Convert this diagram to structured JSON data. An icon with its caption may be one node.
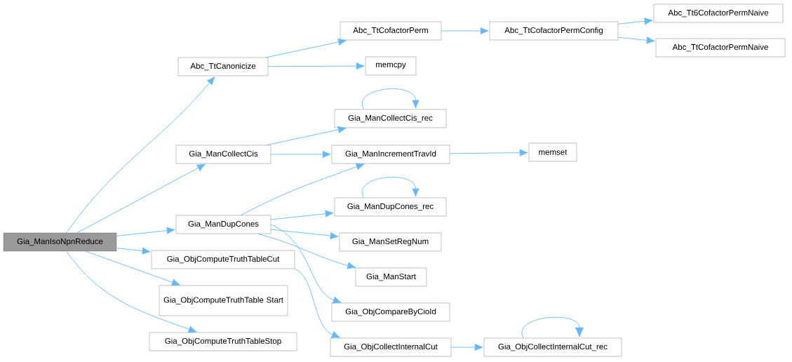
{
  "diagram": {
    "nodes": [
      {
        "text": [
          "Gia_ManIsoNpnReduce"
        ]
      },
      {
        "text": [
          "Abc_TtCanonicize"
        ]
      },
      {
        "text": [
          "Abc_TtCofactorPerm"
        ]
      },
      {
        "text": [
          "Abc_TtCofactorPermConfig"
        ]
      },
      {
        "text": [
          "Abc_Tt6CofactorPermNaive"
        ]
      },
      {
        "text": [
          "Abc_TtCofactorPermNaive"
        ]
      },
      {
        "text": [
          "memcpy"
        ]
      },
      {
        "text": [
          "Gia_ManCollectCis"
        ]
      },
      {
        "text": [
          "Gia_ManCollectCis_rec"
        ]
      },
      {
        "text": [
          "Gia_ManIncrementTravId"
        ]
      },
      {
        "text": [
          "memset"
        ]
      },
      {
        "text": [
          "Gia_ManDupCones"
        ]
      },
      {
        "text": [
          "Gia_ManDupCones_rec"
        ]
      },
      {
        "text": [
          "Gia_ManSetRegNum"
        ]
      },
      {
        "text": [
          "Gia_ManStart"
        ]
      },
      {
        "text": [
          "Gia_ObjCompareByCioId"
        ]
      },
      {
        "text": [
          "Gia_ObjComputeTruthTableCut"
        ]
      },
      {
        "text": [
          "Gia_ObjComputeTruthTable Start"
        ]
      },
      {
        "text": [
          "Gia_ObjComputeTruthTableStop"
        ]
      },
      {
        "text": [
          "Gia_ObjCollectInternalCut"
        ]
      },
      {
        "text": [
          "Gia_ObjCollectInternalCut_rec"
        ]
      }
    ],
    "edges": [
      {
        "from": 0,
        "to": 1,
        "arrow": "to"
      },
      {
        "from": 0,
        "to": 7,
        "arrow": "to"
      },
      {
        "from": 0,
        "to": 11,
        "arrow": "to"
      },
      {
        "from": 0,
        "to": 16,
        "arrow": "to"
      },
      {
        "from": 0,
        "to": 17,
        "arrow": "to"
      },
      {
        "from": 0,
        "to": 18,
        "arrow": "to"
      },
      {
        "from": 1,
        "to": 2,
        "arrow": "to"
      },
      {
        "from": 1,
        "to": 6,
        "arrow": "to"
      },
      {
        "from": 2,
        "to": 3,
        "arrow": "to"
      },
      {
        "from": 3,
        "to": 4,
        "arrow": "to"
      },
      {
        "from": 3,
        "to": 5,
        "arrow": "to"
      },
      {
        "from": 7,
        "to": 8,
        "arrow": "to"
      },
      {
        "from": 7,
        "to": 9,
        "arrow": "to"
      },
      {
        "from": 8,
        "to": 8,
        "arrow": "to"
      },
      {
        "from": 9,
        "to": 10,
        "arrow": "to"
      },
      {
        "from": 11,
        "to": 9,
        "arrow": "to"
      },
      {
        "from": 11,
        "to": 12,
        "arrow": "to"
      },
      {
        "from": 11,
        "to": 13,
        "arrow": "to"
      },
      {
        "from": 11,
        "to": 14,
        "arrow": "to"
      },
      {
        "from": 11,
        "to": 15,
        "arrow": "to"
      },
      {
        "from": 12,
        "to": 12,
        "arrow": "to"
      },
      {
        "from": 16,
        "to": 19,
        "arrow": "to"
      },
      {
        "from": 19,
        "to": 20,
        "arrow": "to"
      },
      {
        "from": 20,
        "to": 20,
        "arrow": "to"
      }
    ]
  }
}
